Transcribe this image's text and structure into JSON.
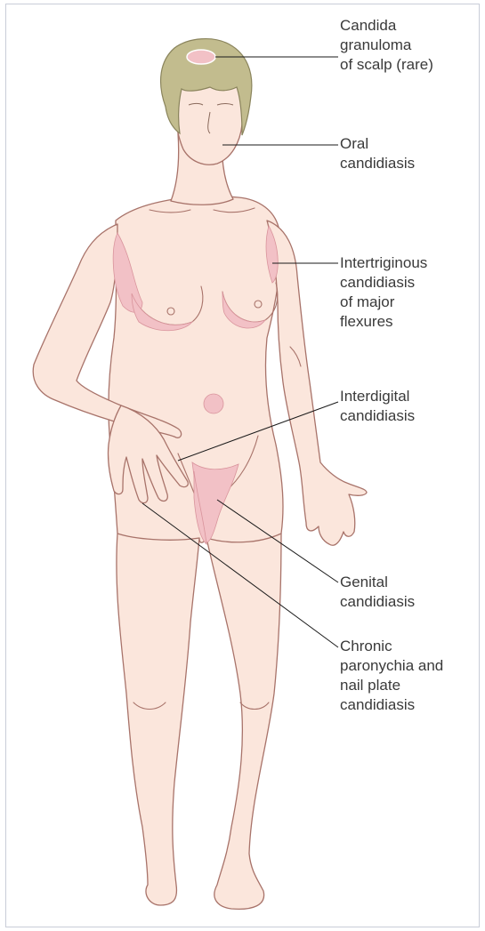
{
  "labels": {
    "scalp": "Candida\ngranuloma\nof scalp (rare)",
    "oral": "Oral\ncandidiasis",
    "intertriginous": "Intertriginous\ncandidiasis\nof major\nflexures",
    "interdigital": "Interdigital\ncandidiasis",
    "genital": "Genital\ncandidiasis",
    "paronychia": "Chronic\nparonychia and\nnail plate\ncandidiasis"
  },
  "colors": {
    "skin": "#fbe6dc",
    "skin_outline": "#a8736a",
    "lesion": "#f2c1c6",
    "hair": "#c2bc8e",
    "hair_outline": "#8a845c",
    "leader_line": "#1a1a1a",
    "frame_border": "#c9cdd8"
  }
}
